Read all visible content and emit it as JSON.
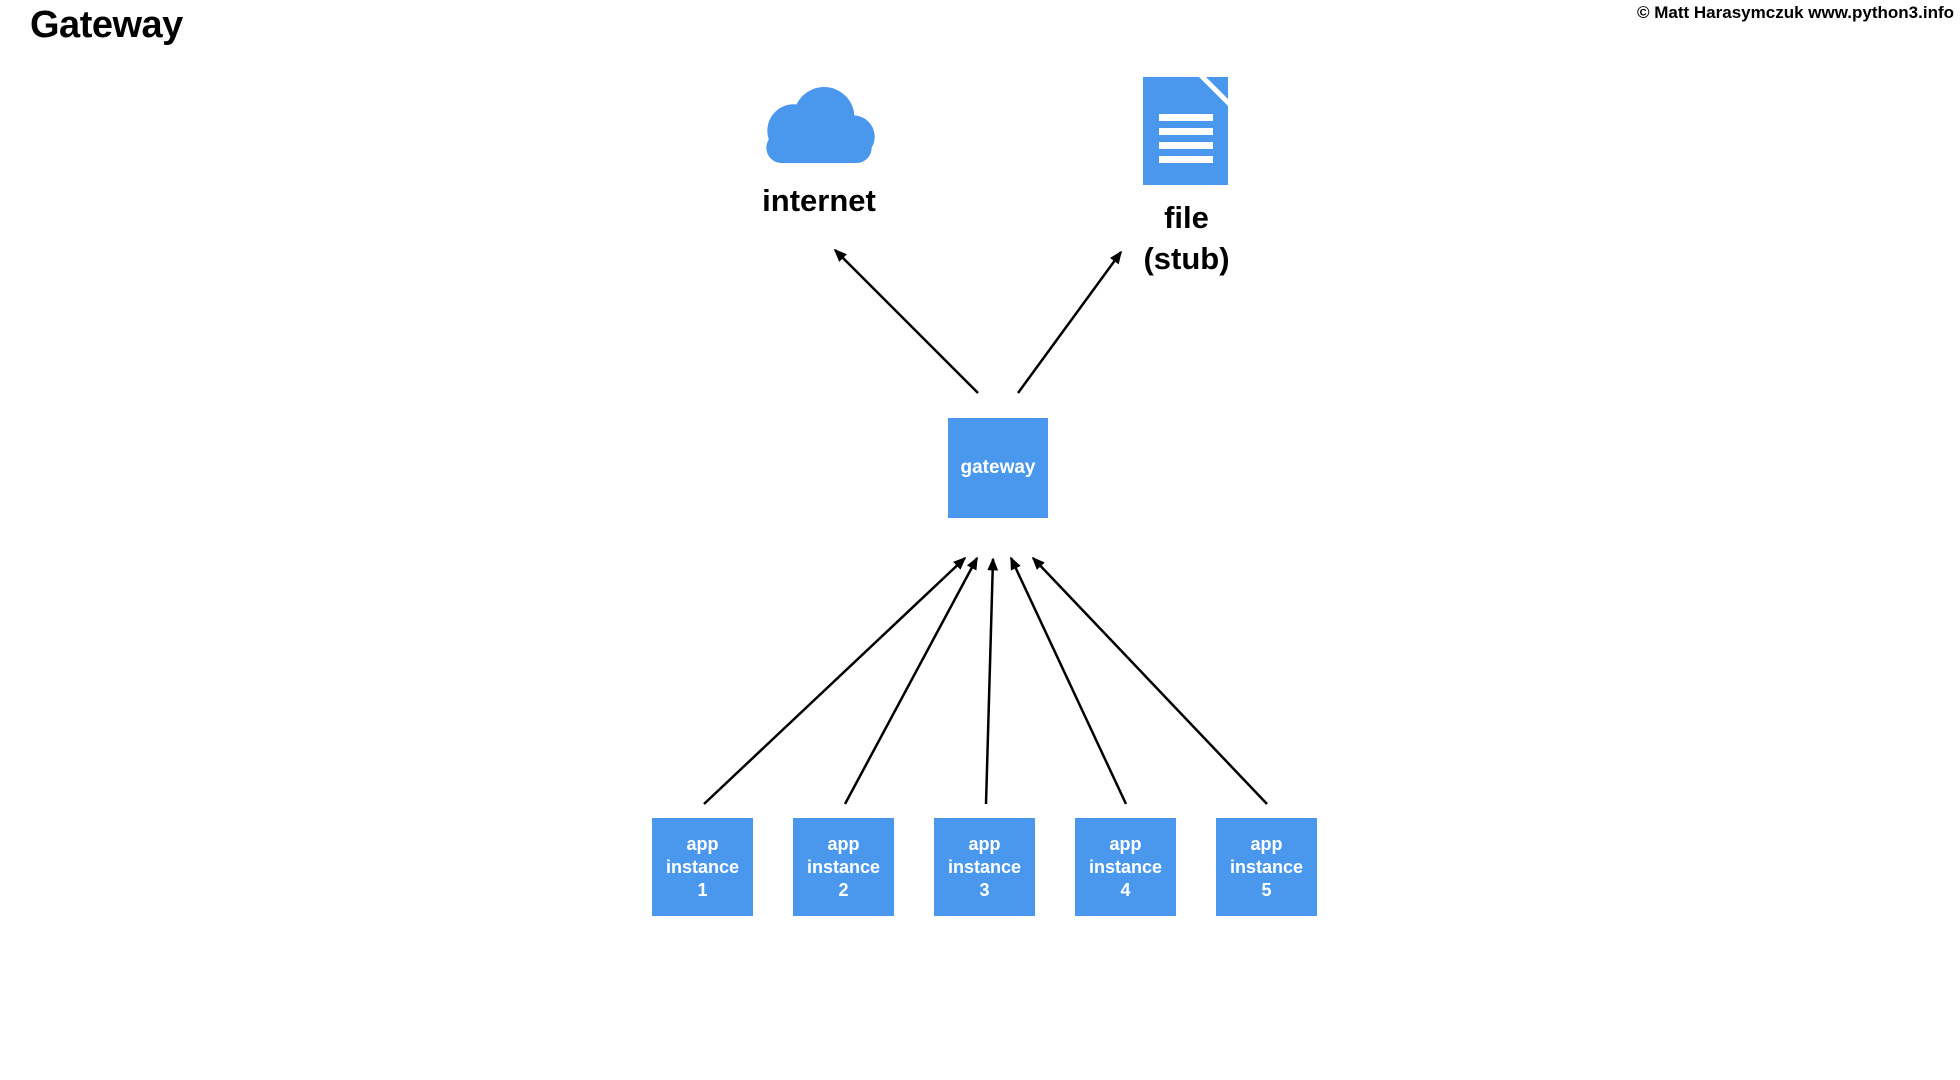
{
  "page": {
    "title": "Gateway",
    "copyright": "© Matt Harasymczuk www.python3.info"
  },
  "colors": {
    "accent_blue": "#4a98ee",
    "arrow_black": "#000000",
    "node_text": "#ffffff",
    "label_text": "#000000"
  },
  "nodes": {
    "internet": {
      "label": "internet",
      "icon": "cloud-icon"
    },
    "file": {
      "lines": [
        "file",
        "(stub)"
      ],
      "icon": "document-icon"
    },
    "gateway": {
      "label": "gateway"
    },
    "app_instances": [
      {
        "lines": [
          "app",
          "instance",
          "1"
        ]
      },
      {
        "lines": [
          "app",
          "instance",
          "2"
        ]
      },
      {
        "lines": [
          "app",
          "instance",
          "3"
        ]
      },
      {
        "lines": [
          "app",
          "instance",
          "4"
        ]
      },
      {
        "lines": [
          "app",
          "instance",
          "5"
        ]
      }
    ]
  },
  "edges": [
    {
      "from": "gateway",
      "to": "internet"
    },
    {
      "from": "gateway",
      "to": "file (stub)"
    },
    {
      "from": "app instance 1",
      "to": "gateway"
    },
    {
      "from": "app instance 2",
      "to": "gateway"
    },
    {
      "from": "app instance 3",
      "to": "gateway"
    },
    {
      "from": "app instance 4",
      "to": "gateway"
    },
    {
      "from": "app instance 5",
      "to": "gateway"
    }
  ]
}
